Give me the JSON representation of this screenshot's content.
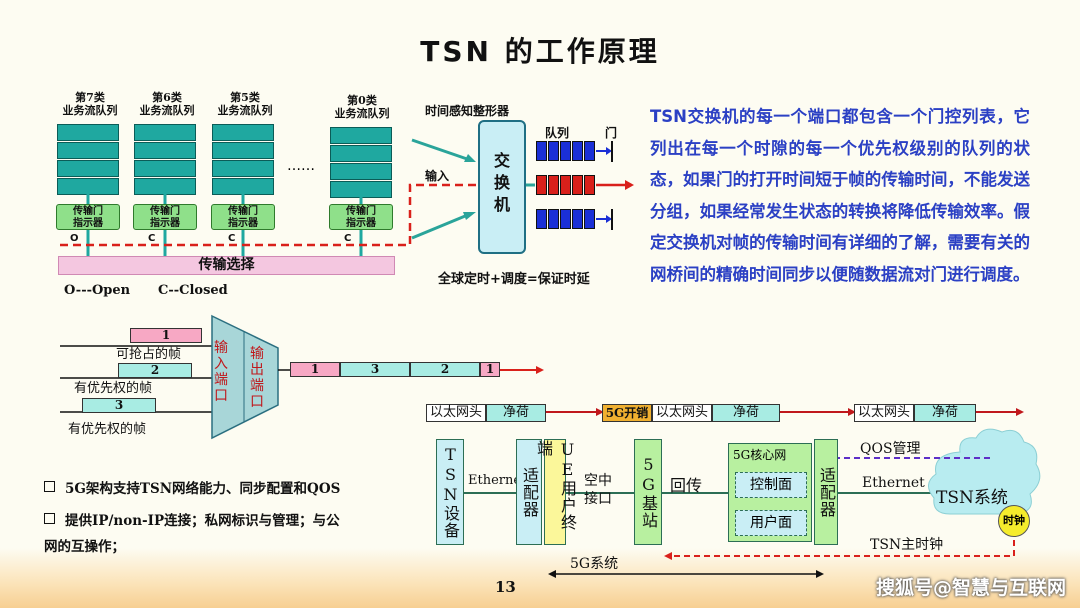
{
  "title": "TSN 的工作原理",
  "queues": [
    {
      "label": "第7类\n业务流队列",
      "state": "O"
    },
    {
      "label": "第6类\n业务流队列",
      "state": "C"
    },
    {
      "label": "第5类\n业务流队列",
      "state": "C"
    },
    {
      "label": "第0类\n业务流队列",
      "state": "C"
    }
  ],
  "gate_indicator": "传输门\n指示器",
  "ellipsis": "……",
  "transmission_select": "传输选择",
  "legend": {
    "open": "O---Open",
    "closed": "C--Closed"
  },
  "shaper": {
    "title": "时间感知整形器",
    "input": "输入",
    "switch_label": "交\n换\n机",
    "queue_label": "队列",
    "gate_label": "门",
    "formula": "全球定时+调度=保证时延"
  },
  "description": "TSN交换机的每一个端口都包含一个门控列表，它列出在每一个时隙的每一个优先权级别的队列的状态，如果门的打开时间短于帧的传输时间，不能发送分组，如果经常发生状态的转换将降低传输效率。假定交换机对帧的传输时间有详细的了解，需要有关的网桥间的精确时间同步以便随数据流对门进行调度。",
  "preemption": {
    "in_frames": [
      "1",
      "2",
      "3"
    ],
    "in_labels": [
      "可抢占的帧",
      "有优先权的帧",
      "有优先权的帧"
    ],
    "input_port": "输入端口",
    "output_port": "输出端口",
    "out_frames": [
      "1",
      "3",
      "2",
      "1"
    ]
  },
  "eth_row": {
    "header": "以太网头",
    "payload": "净荷",
    "overhead": "5G开销"
  },
  "system": {
    "tsn_device": "TSN设备",
    "ethernet_left": "Ethernet",
    "adapter": "适配器",
    "ue": "UE用户终端",
    "air_if": "空中接口",
    "base_station": "5G基站",
    "backhaul": "回传",
    "core": "5G核心网",
    "control": "控制面",
    "user": "用户面",
    "ethernet_right": "Ethernet",
    "qos": "QOS管理",
    "tsn_system": "TSN系统",
    "clock": "时钟",
    "master_clock": "TSN主时钟",
    "five_g": "5G系统"
  },
  "bullets": [
    "5G架构支持TSN网络能力、同步配置和QOS",
    "提供IP/non-IP连接；私网标识与管理；与公\n网的互操作；"
  ],
  "page_number": "13",
  "watermark": "搜狐号@智慧与互联网",
  "colors": {
    "teal": "#1fa8a0",
    "green": "#8fe08a",
    "blue_text": "#2b40c4",
    "red": "#d9201b",
    "navy": "#1b2fd6",
    "pink": "#f7a8c4"
  }
}
